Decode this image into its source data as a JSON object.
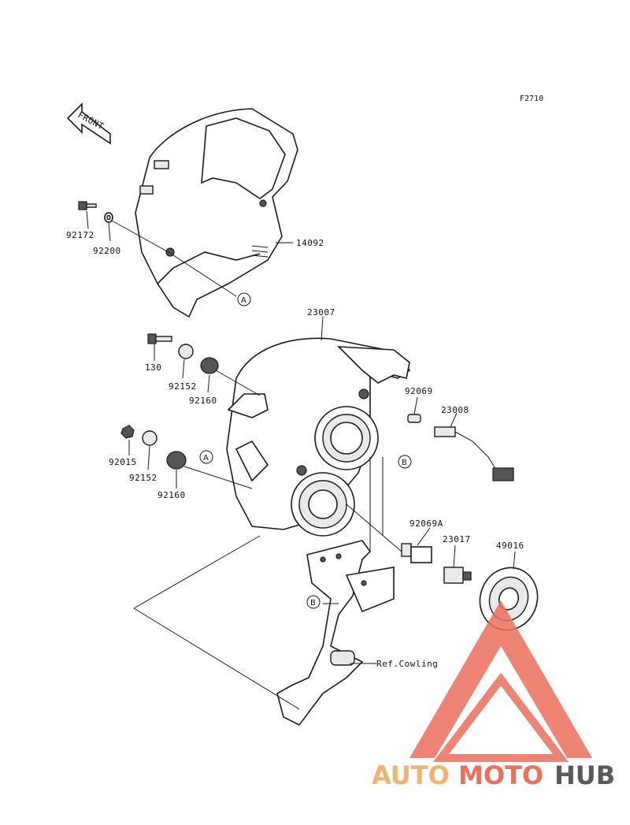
{
  "figure_code": "F2710",
  "front_label": "FRONT",
  "part_numbers": {
    "p92172": "92172",
    "p92200": "92200",
    "p14092": "14092",
    "p23007": "23007",
    "p130": "130",
    "p92152a": "92152",
    "p92160a": "92160",
    "p92069": "92069",
    "p23008": "23008",
    "p92015": "92015",
    "p92152b": "92152",
    "p92160b": "92160",
    "p92069A": "92069A",
    "p23017": "23017",
    "p49016": "49016",
    "ref_cowling": "Ref.Cowling"
  },
  "ref_markers": {
    "a1": "A",
    "a2": "A",
    "b1": "B",
    "b2": "B"
  },
  "watermark": {
    "auto": "AUTO",
    "moto": "MOTO",
    "hub": "HUB",
    "colors": {
      "auto": "#f2b36f",
      "moto": "#ee6f5c",
      "hub": "#5a5a5a"
    }
  }
}
